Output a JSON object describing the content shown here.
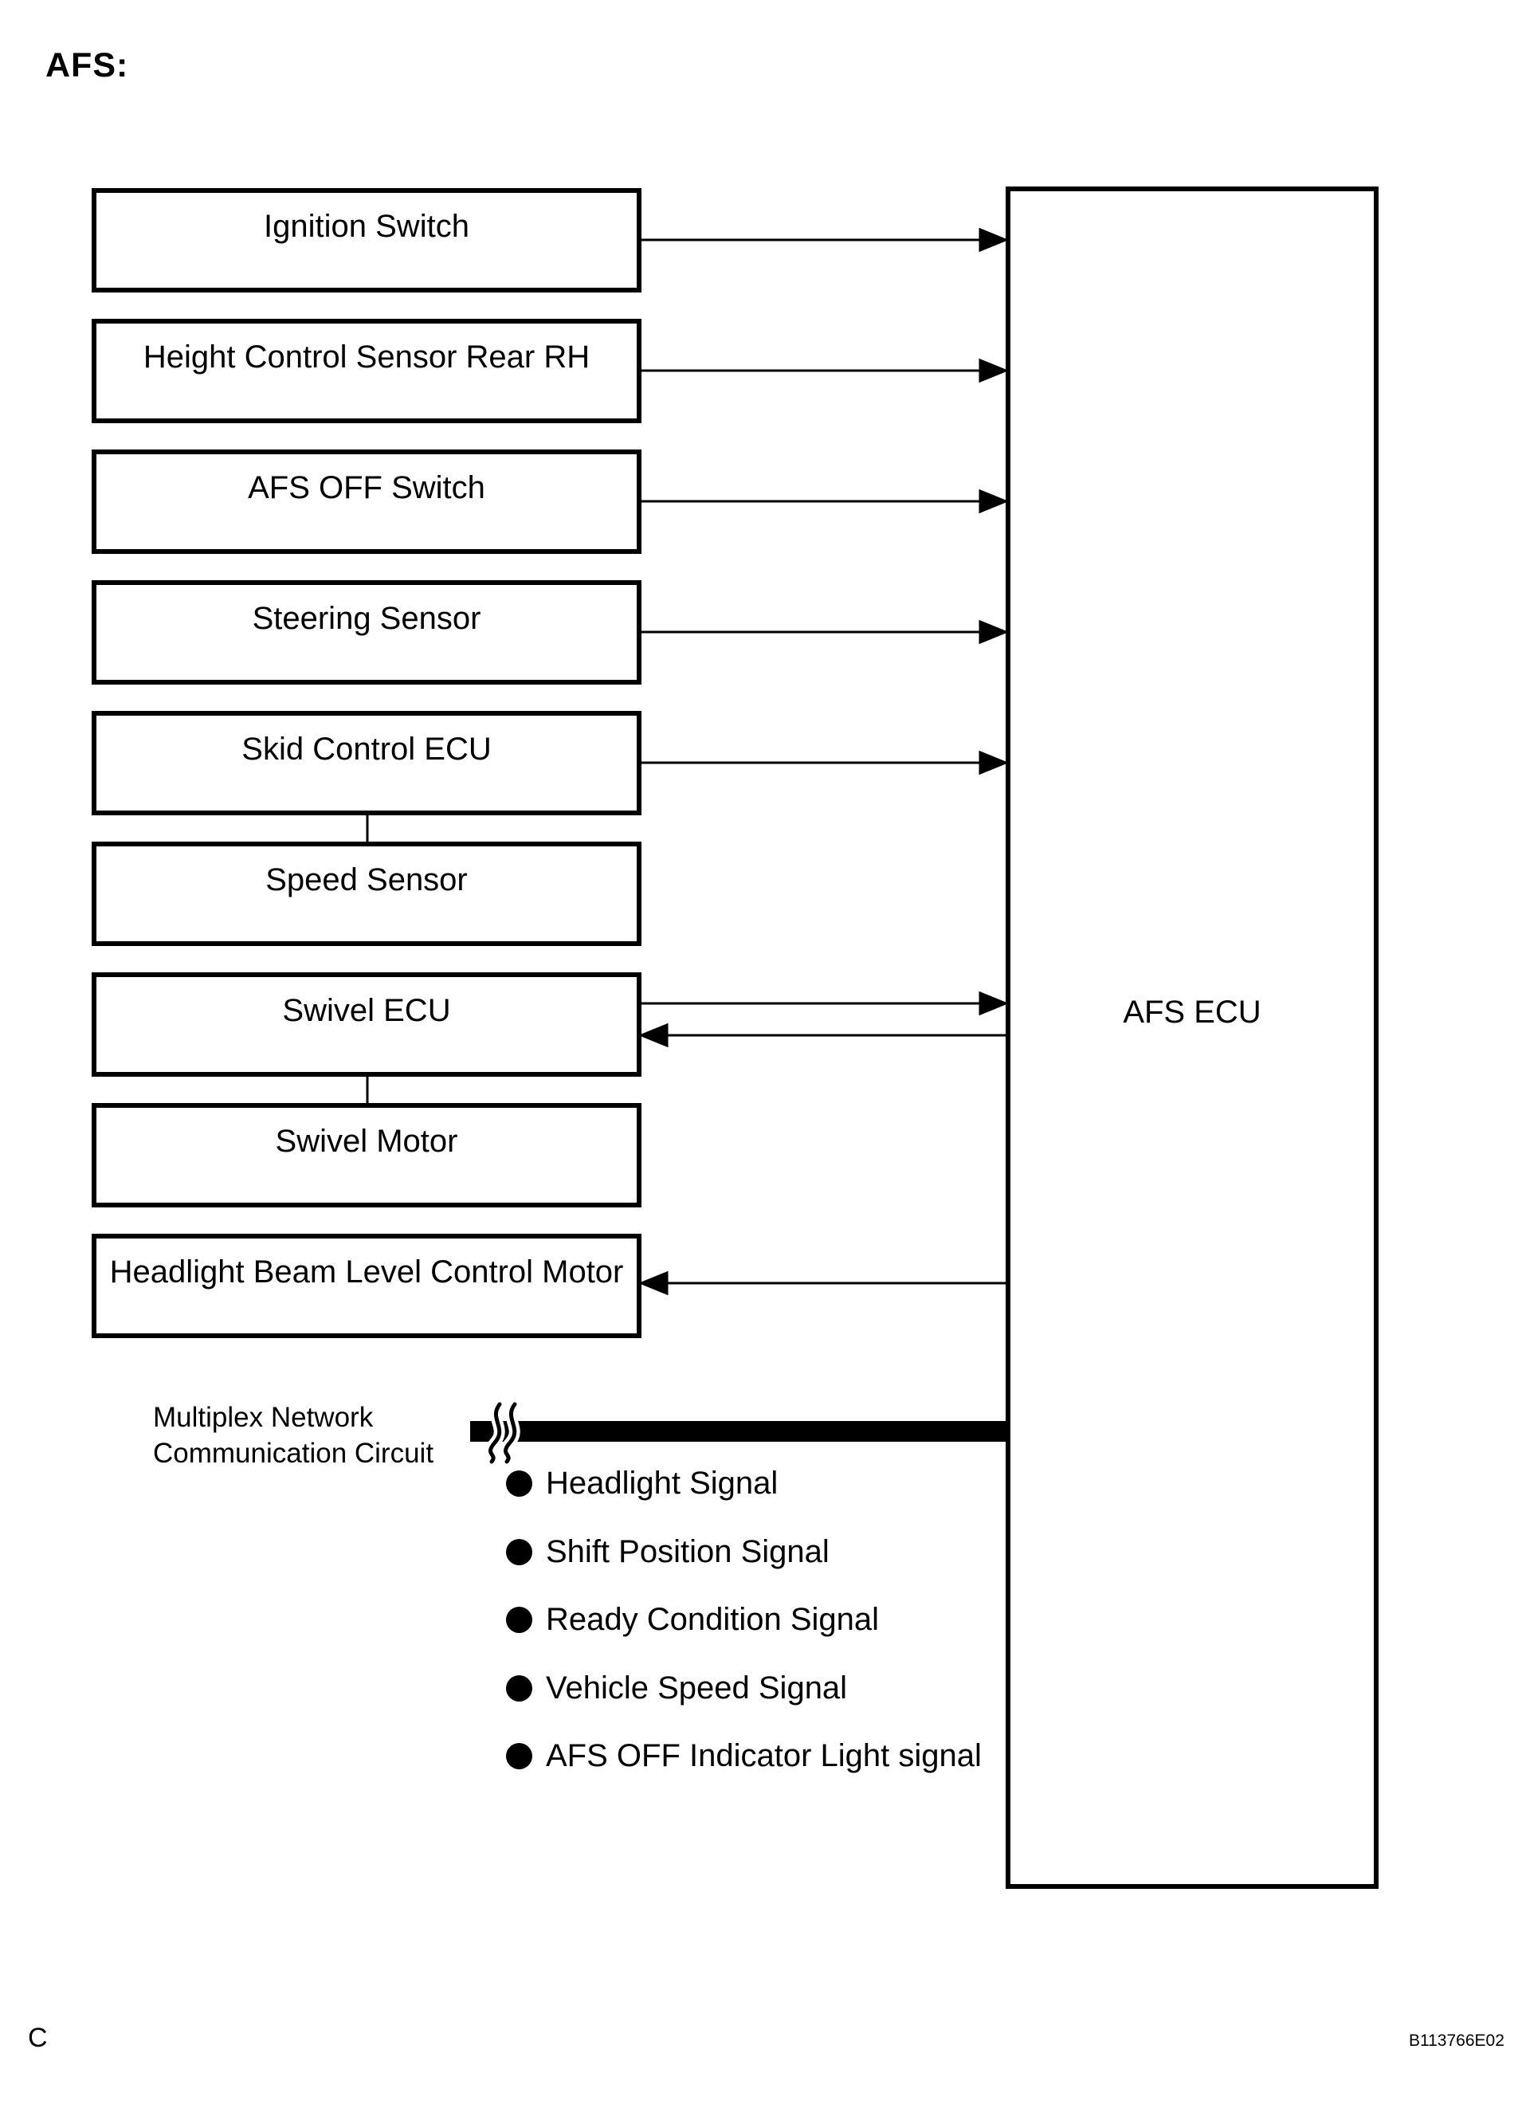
{
  "page": {
    "title": "AFS:",
    "footer_left": "C",
    "footer_right": "B113766E02"
  },
  "diagram": {
    "ecu": {
      "label": "AFS ECU"
    },
    "nodes": [
      {
        "label": "Ignition Switch",
        "link": "arrow-to-ecu"
      },
      {
        "label": "Height Control Sensor Rear RH",
        "link": "arrow-to-ecu"
      },
      {
        "label": "AFS OFF Switch",
        "link": "arrow-to-ecu"
      },
      {
        "label": "Steering Sensor",
        "link": "arrow-to-ecu"
      },
      {
        "label": "Skid Control ECU",
        "link": "arrow-to-ecu"
      },
      {
        "label": "Speed Sensor",
        "link": "wired-to-skid-control-ecu"
      },
      {
        "label": "Swivel ECU",
        "link": "bidirectional-with-ecu"
      },
      {
        "label": "Swivel Motor",
        "link": "wired-to-swivel-ecu"
      },
      {
        "label": "Headlight Beam Level Control Motor",
        "link": "arrow-from-ecu"
      }
    ],
    "multiplex": {
      "label_line1": "Multiplex Network",
      "label_line2": "Communication Circuit",
      "signals": [
        "Headlight Signal",
        "Shift Position Signal",
        "Ready Condition Signal",
        "Vehicle Speed Signal",
        "AFS OFF Indicator Light signal"
      ]
    },
    "colors": {
      "ink": "#000000",
      "paper": "#ffffff"
    }
  }
}
